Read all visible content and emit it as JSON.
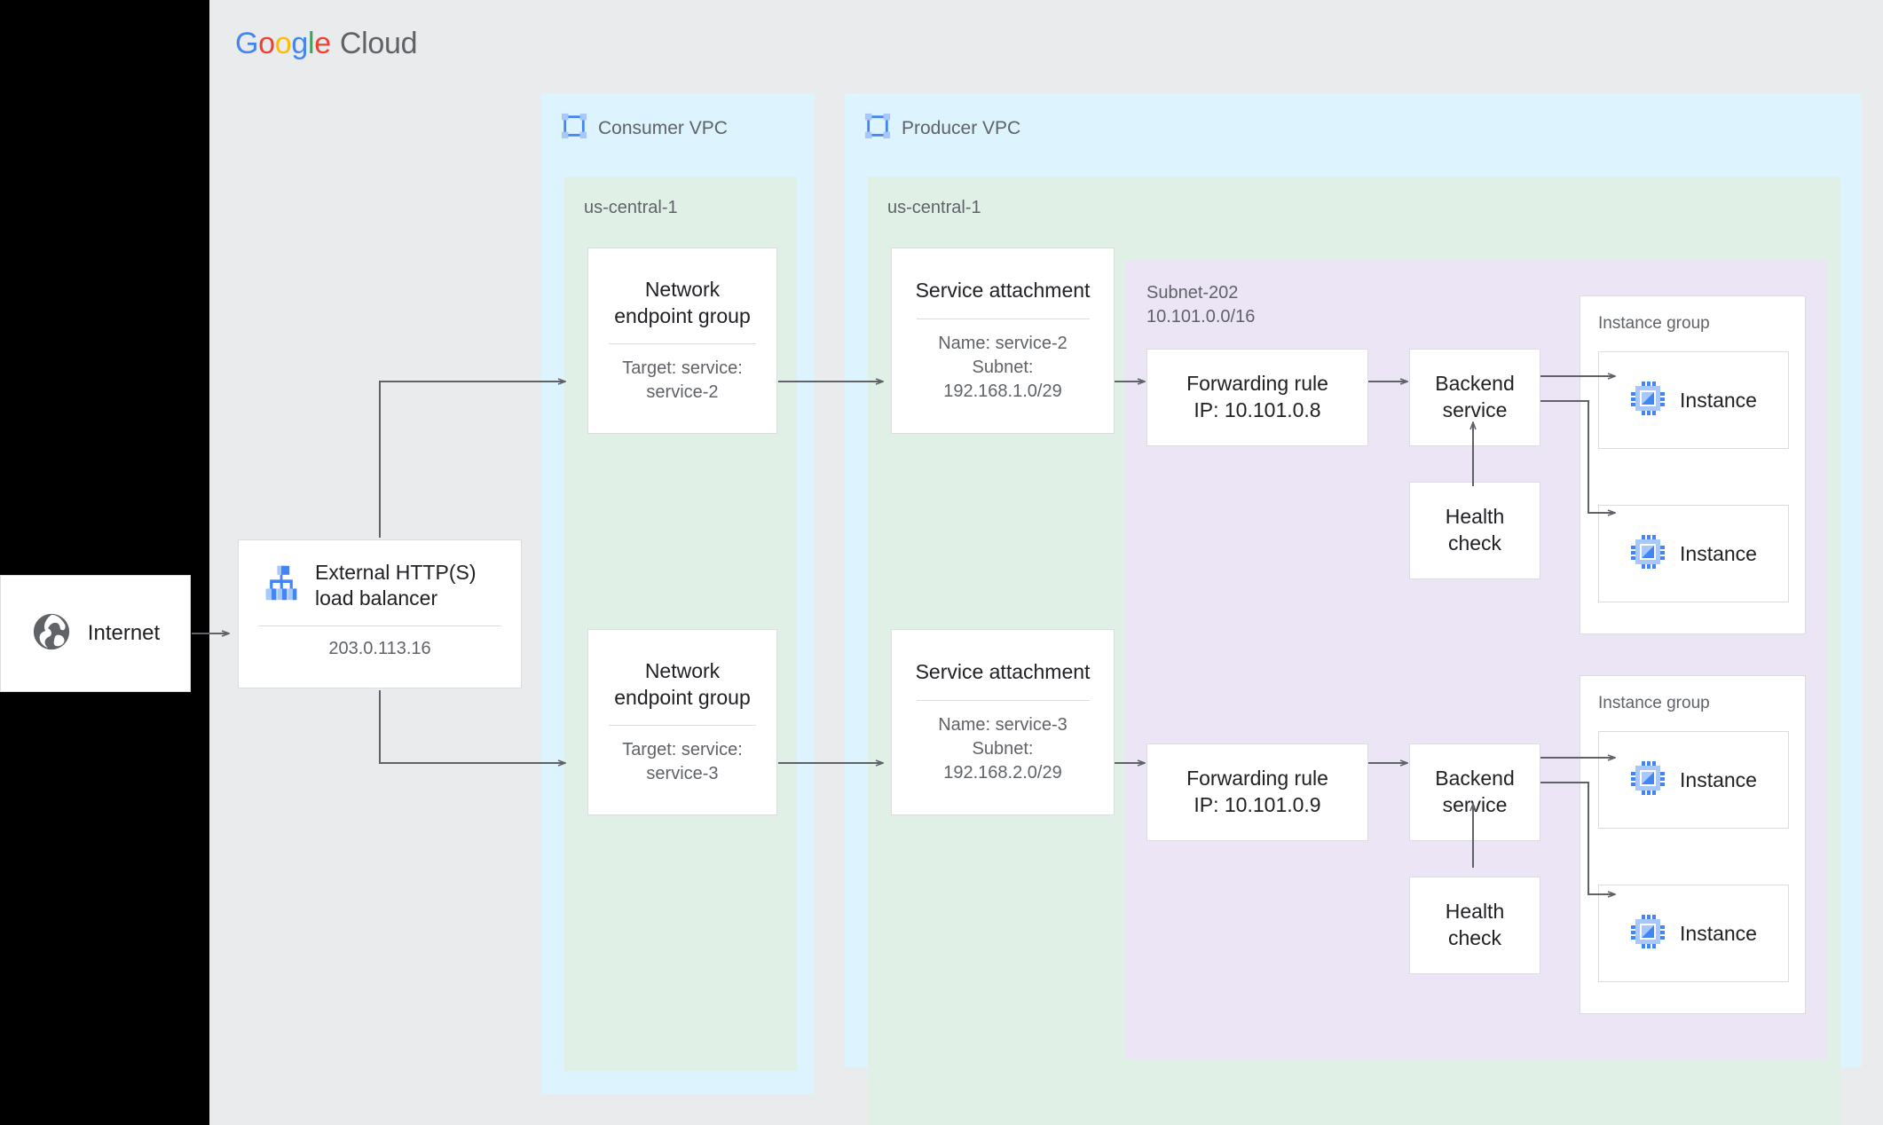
{
  "brand": {
    "name_parts": [
      "G",
      "o",
      "o",
      "g",
      "l",
      "e"
    ],
    "suffix": "Cloud",
    "colors": {
      "blue": "#4285f4",
      "red": "#ea4335",
      "yellow": "#fbbc05",
      "green": "#34a853",
      "gray_text": "#5f6368"
    }
  },
  "palette": {
    "page_background": "#e9ebec",
    "vpc_background": "#ddf3fd",
    "region_background": "#e0f0e7",
    "subnet_background": "#ebe5f5",
    "card_background": "#ffffff",
    "card_border": "#dadce0",
    "connector": "#5f6368",
    "icon_blue": "#4285f4",
    "icon_blue_light": "#a8c7fa",
    "globe_gray": "#5f6368"
  },
  "external": {
    "internet": {
      "label": "Internet",
      "icon": "globe-icon"
    }
  },
  "load_balancer": {
    "title": "External HTTP(S) load balancer",
    "title_line1": "External HTTP(S)",
    "title_line2": "load balancer",
    "ip": "203.0.113.16",
    "icon": "load-balancer-icon"
  },
  "vpcs": [
    {
      "id": "consumer",
      "label": "Consumer VPC",
      "icon": "vpc-icon",
      "region": {
        "label": "us-central-1",
        "nodes": [
          {
            "id": "neg-top",
            "title_line1": "Network",
            "title_line2": "endpoint group",
            "sub_line1": "Target: service:",
            "sub_line2": "service-2"
          },
          {
            "id": "neg-bottom",
            "title_line1": "Network",
            "title_line2": "endpoint group",
            "sub_line1": "Target: service:",
            "sub_line2": "service-3"
          }
        ]
      }
    },
    {
      "id": "producer",
      "label": "Producer VPC",
      "icon": "vpc-icon",
      "region": {
        "label": "us-central-1",
        "service_attachments": [
          {
            "id": "sa-top",
            "title": "Service attachment",
            "sub_line1": "Name: service-2",
            "sub_line2": "Subnet:",
            "sub_line3": "192.168.1.0/29"
          },
          {
            "id": "sa-bottom",
            "title": "Service attachment",
            "sub_line1": "Name: service-3",
            "sub_line2": "Subnet:",
            "sub_line3": "192.168.2.0/29"
          }
        ],
        "subnet": {
          "name": "Subnet-202",
          "cidr": "10.101.0.0/16",
          "stacks": [
            {
              "id": "stack-top",
              "forwarding_rule": {
                "title_line1": "Forwarding rule",
                "title_line2": "IP: 10.101.0.8"
              },
              "backend_service": {
                "title_line1": "Backend",
                "title_line2": "service"
              },
              "health_check": {
                "title_line1": "Health",
                "title_line2": "check"
              },
              "instance_group": {
                "label": "Instance group",
                "instances": [
                  {
                    "label": "Instance",
                    "icon": "instance-chip-icon"
                  },
                  {
                    "label": "Instance",
                    "icon": "instance-chip-icon"
                  }
                ]
              }
            },
            {
              "id": "stack-bottom",
              "forwarding_rule": {
                "title_line1": "Forwarding rule",
                "title_line2": "IP: 10.101.0.9"
              },
              "backend_service": {
                "title_line1": "Backend",
                "title_line2": "service"
              },
              "health_check": {
                "title_line1": "Health",
                "title_line2": "check"
              },
              "instance_group": {
                "label": "Instance group",
                "instances": [
                  {
                    "label": "Instance",
                    "icon": "instance-chip-icon"
                  },
                  {
                    "label": "Instance",
                    "icon": "instance-chip-icon"
                  }
                ]
              }
            }
          ]
        }
      }
    }
  ]
}
